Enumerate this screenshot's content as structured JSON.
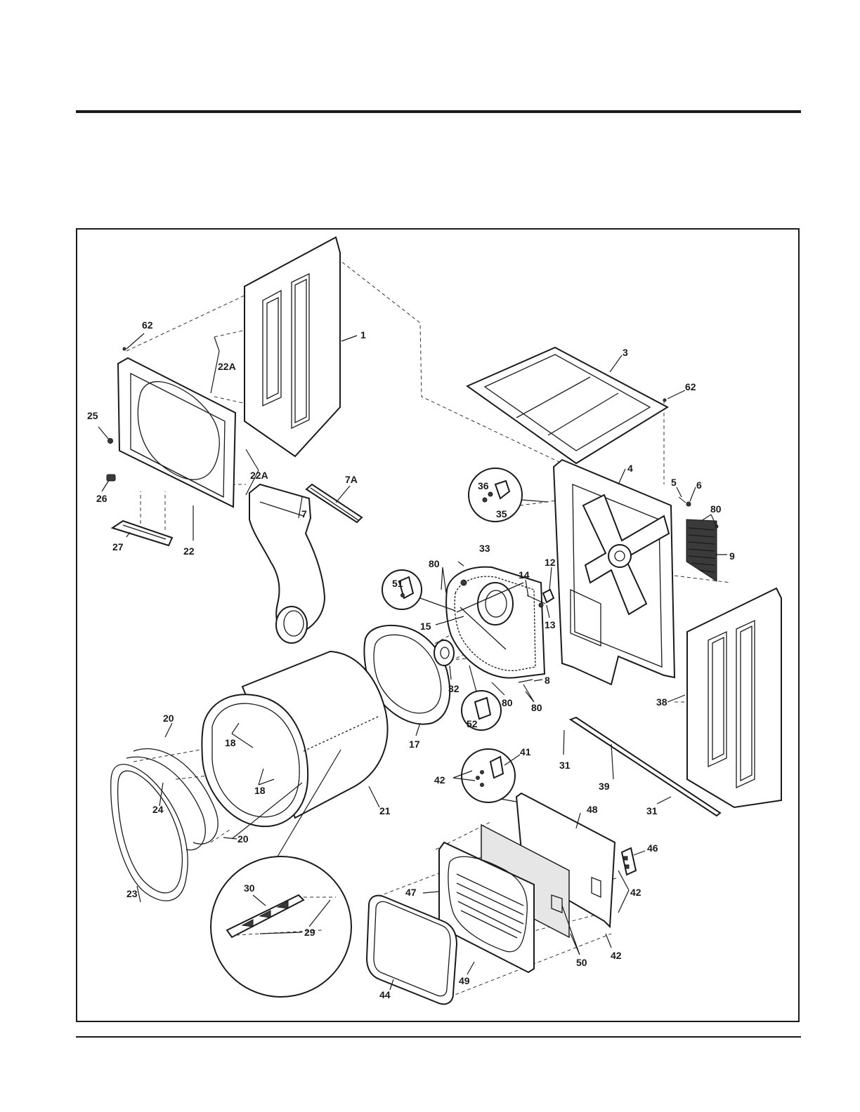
{
  "part_labels": {
    "p1": "1",
    "p3": "3",
    "p4": "4",
    "p5": "5",
    "p6": "6",
    "p7": "7",
    "p7a": "7A",
    "p8": "8",
    "p9": "9",
    "p12": "12",
    "p13": "13",
    "p14": "14",
    "p15": "15",
    "p17": "17",
    "p18a": "18",
    "p18b": "18",
    "p20a": "20",
    "p20b": "20",
    "p21": "21",
    "p22": "22",
    "p22aa": "22A",
    "p22ab": "22A",
    "p23": "23",
    "p24": "24",
    "p25": "25",
    "p26": "26",
    "p27": "27",
    "p29": "29",
    "p30": "30",
    "p31a": "31",
    "p31b": "31",
    "p32": "32",
    "p33": "33",
    "p35": "35",
    "p36": "36",
    "p38": "38",
    "p39": "39",
    "p41": "41",
    "p42a": "42",
    "p42b": "42",
    "p42c": "42",
    "p44": "44",
    "p46": "46",
    "p47": "47",
    "p48": "48",
    "p49": "49",
    "p50": "50",
    "p51": "51",
    "p52": "52",
    "p62a": "62",
    "p62b": "62",
    "p80a": "80",
    "p80b": "80",
    "p80c": "80",
    "p80d": "80"
  }
}
